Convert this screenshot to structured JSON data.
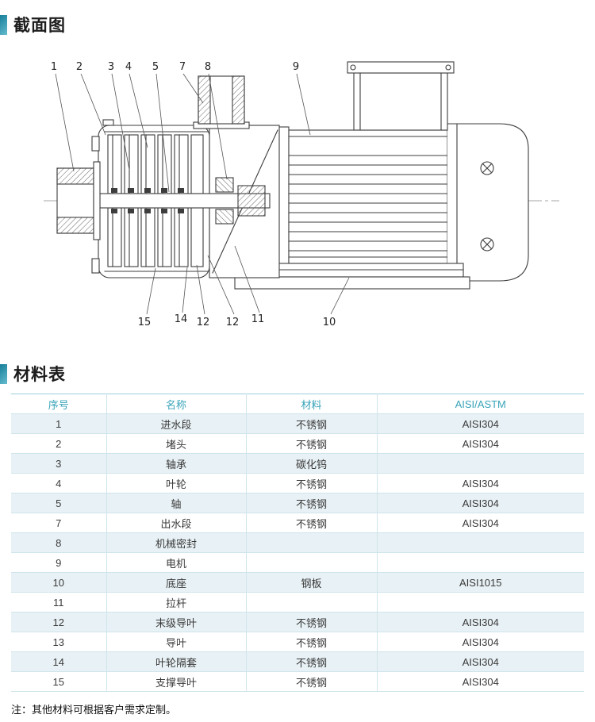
{
  "sections": {
    "diagram_title": "截面图",
    "table_title": "材料表"
  },
  "diagram": {
    "callouts_top": [
      "1",
      "2",
      "3",
      "4",
      "5",
      "7",
      "8",
      "9"
    ],
    "callouts_bottom": [
      "15",
      "14",
      "12",
      "12",
      "11",
      "10"
    ]
  },
  "table": {
    "headers": [
      "序号",
      "名称",
      "材料",
      "AISI/ASTM"
    ],
    "rows": [
      [
        "1",
        "进水段",
        "不锈钢",
        "AISI304"
      ],
      [
        "2",
        "堵头",
        "不锈钢",
        "AISI304"
      ],
      [
        "3",
        "轴承",
        "碳化钨",
        ""
      ],
      [
        "4",
        "叶轮",
        "不锈钢",
        "AISI304"
      ],
      [
        "5",
        "轴",
        "不锈钢",
        "AISI304"
      ],
      [
        "7",
        "出水段",
        "不锈钢",
        "AISI304"
      ],
      [
        "8",
        "机械密封",
        "",
        ""
      ],
      [
        "9",
        "电机",
        "",
        ""
      ],
      [
        "10",
        "底座",
        "钢板",
        "AISI1015"
      ],
      [
        "11",
        "拉杆",
        "",
        ""
      ],
      [
        "12",
        "末级导叶",
        "不锈钢",
        "AISI304"
      ],
      [
        "13",
        "导叶",
        "不锈钢",
        "AISI304"
      ],
      [
        "14",
        "叶轮隔套",
        "不锈钢",
        "AISI304"
      ],
      [
        "15",
        "支撑导叶",
        "不锈钢",
        "AISI304"
      ]
    ]
  },
  "note": "注：其他材料可根据客户需求定制。",
  "colors": {
    "accent_dark": "#157f99",
    "accent_light": "#67bccf",
    "table_header_text": "#38a3b9",
    "row_alt_bg": "#e8f1f5",
    "table_line": "#cfe5eb"
  }
}
